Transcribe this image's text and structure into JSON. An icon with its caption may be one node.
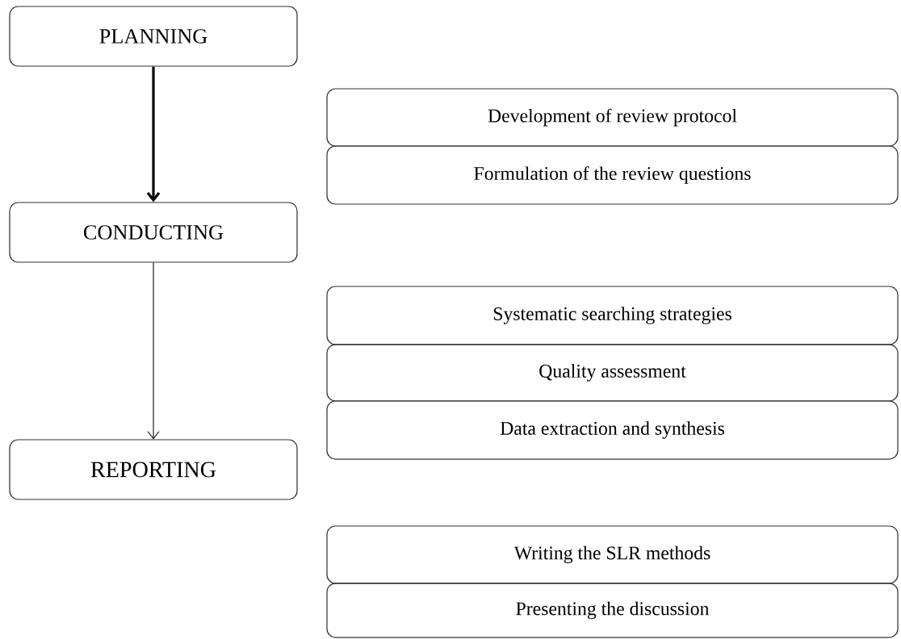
{
  "diagram": {
    "nodes": [
      {
        "text": [
          "PLANNING"
        ]
      },
      {
        "text": [
          "CONDUCTING"
        ]
      },
      {
        "text": [
          "REPORTING"
        ]
      },
      {
        "text": [
          "Development of review protocol"
        ]
      },
      {
        "text": [
          "Formulation of the review questions"
        ]
      },
      {
        "text": [
          "Systematic searching strategies"
        ]
      },
      {
        "text": [
          "Quality assessment"
        ]
      },
      {
        "text": [
          "Data extraction and synthesis"
        ]
      },
      {
        "text": [
          "Writing the SLR methods"
        ]
      },
      {
        "text": [
          "Presenting the discussion"
        ]
      }
    ],
    "edges": [
      {
        "from": 0,
        "to": 1,
        "arrow": "to",
        "style": "thick"
      },
      {
        "from": 1,
        "to": 2,
        "arrow": "to"
      }
    ]
  }
}
